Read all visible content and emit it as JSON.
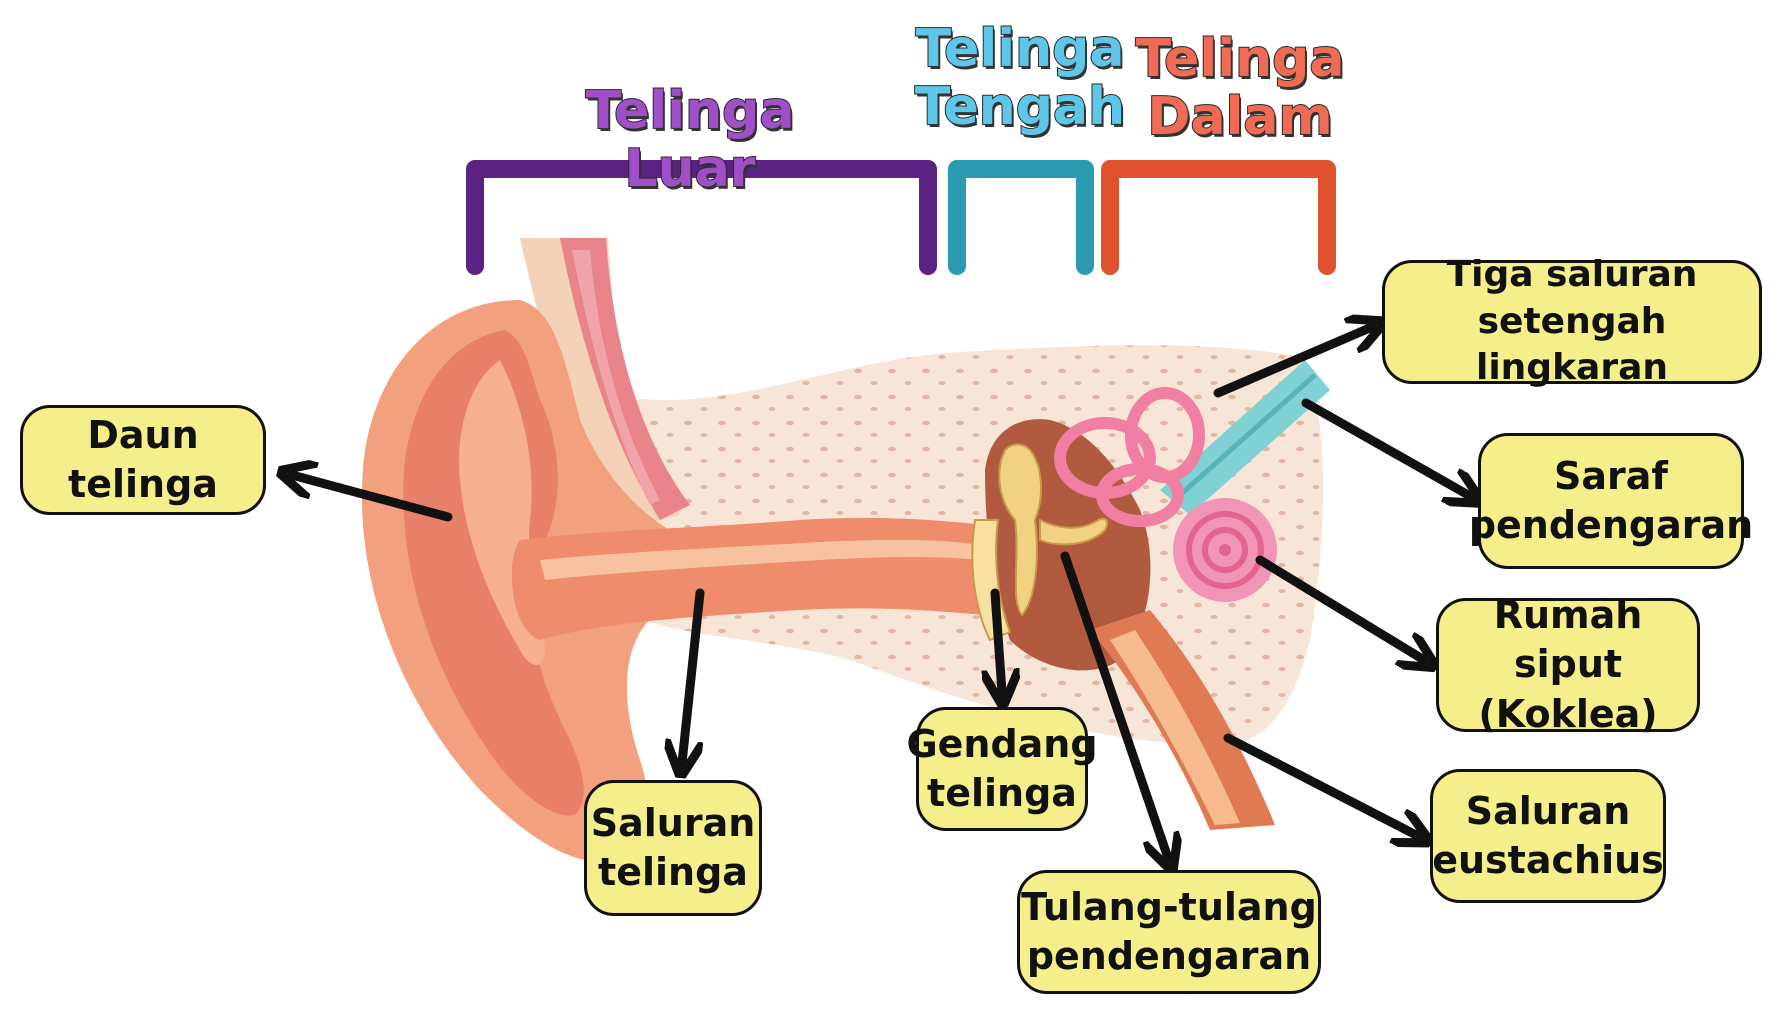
{
  "sections": {
    "outer": {
      "title": "Telinga Luar",
      "color": "#a04fc8",
      "bracket_color": "#5b2183"
    },
    "middle": {
      "line1": "Telinga",
      "line2": "Tengah",
      "color": "#5ec6e8",
      "bracket_color": "#2a9bb0"
    },
    "inner": {
      "line1": "Telinga",
      "line2": "Dalam",
      "color": "#ef6b54",
      "bracket_color": "#e0522f"
    }
  },
  "labels": {
    "daun_telinga": "Daun telinga",
    "saluran_telinga": {
      "line1": "Saluran",
      "line2": "telinga"
    },
    "gendang_telinga": {
      "line1": "Gendang",
      "line2": "telinga"
    },
    "tulang_pendengaran": {
      "line1": "Tulang-tulang",
      "line2": "pendengaran"
    },
    "tiga_saluran": {
      "line1": "Tiga saluran",
      "line2": "setengah lingkaran"
    },
    "saraf_pendengaran": {
      "line1": "Saraf",
      "line2": "pendengaran"
    },
    "rumah_siput": {
      "line1": "Rumah siput",
      "line2": "(Koklea)"
    },
    "saluran_eustachius": {
      "line1": "Saluran",
      "line2": "eustachius"
    }
  }
}
